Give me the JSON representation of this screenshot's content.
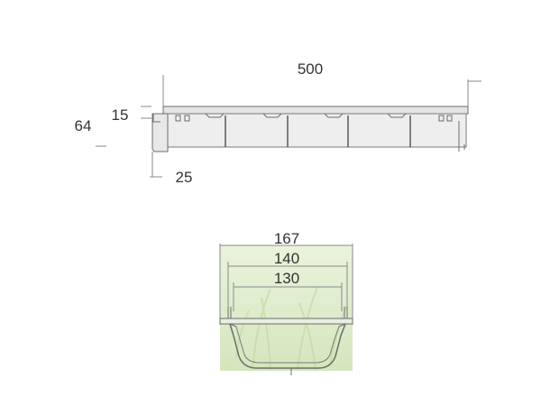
{
  "side_view": {
    "dimensions": {
      "length": "500",
      "height": "64",
      "grate_thickness": "15",
      "bottom": "25"
    }
  },
  "section_view": {
    "dimensions": {
      "outer_width": "167",
      "grate_width": "140",
      "inner_width": "130"
    }
  },
  "colors": {
    "outline": "#6c6c6c",
    "body_fill": "#eeeeee",
    "grate_fill": "#e4e4e4",
    "section_bg": "#e2efcf",
    "dim_text": "#333333"
  }
}
